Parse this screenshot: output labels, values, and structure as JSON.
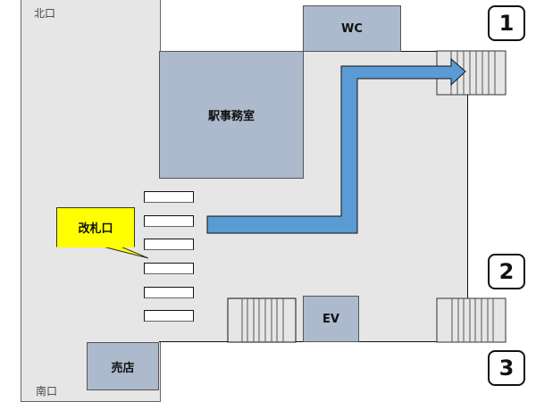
{
  "map": {
    "exits_text": {
      "north": "北口",
      "south": "南口"
    },
    "rooms": {
      "wc": "WC",
      "station_office": "駅事務室",
      "elevator": "EV",
      "shop": "売店"
    },
    "callout": {
      "label": "改札口"
    },
    "ticket_gates_count": 6,
    "exit_numbers": [
      "1",
      "2",
      "3"
    ],
    "colors": {
      "floor": "#e6e6e6",
      "room": "#adb9cc",
      "route_arrow": "#5b9bd5",
      "callout": "#ffff00"
    }
  }
}
